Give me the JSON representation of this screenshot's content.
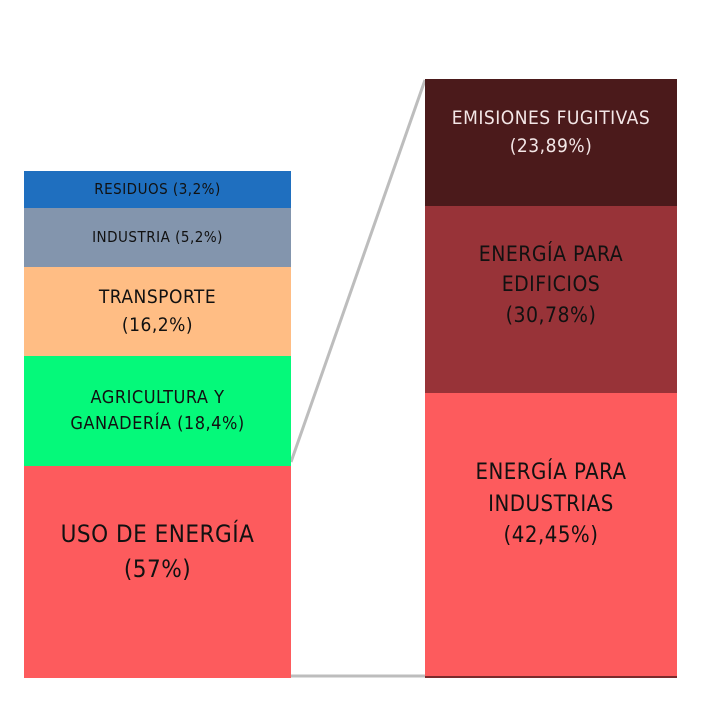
{
  "chart_data": {
    "type": "bar-of-bar (stacked)",
    "title": "",
    "main_bar": {
      "categories": [
        "Residuos",
        "Industria",
        "Transporte",
        "Agricultura y ganadería",
        "Uso de energía"
      ],
      "values": [
        3.2,
        5.2,
        16.2,
        18.4,
        57
      ],
      "unit": "%"
    },
    "breakdown_of": "Uso de energía",
    "detail_bar": {
      "categories": [
        "Emisiones fugitivas",
        "Energía para edificios",
        "Energía para industrias"
      ],
      "values": [
        23.89,
        30.78,
        42.45
      ],
      "unit": "%"
    }
  },
  "left": {
    "residuos": {
      "l1": "RESIDUOS (3,2%)",
      "color": "#1f6fbf"
    },
    "industria": {
      "l1": "INDUSTRIA (5,2%)",
      "color": "#8395ad"
    },
    "transporte": {
      "l1": "TRANSPORTE",
      "l2": "(16,2%)",
      "color": "#ffbd84"
    },
    "agricultura": {
      "l1": "AGRICULTURA Y",
      "l2": "GANADERÍA (18,4%)",
      "color": "#05f97a"
    },
    "energia": {
      "l1": "USO DE ENERGÍA",
      "l2": "(57%)",
      "color": "#fd5b5d"
    }
  },
  "right": {
    "emisiones": {
      "l1": "EMISIONES FUGITIVAS",
      "l2": "(23,89%)",
      "color": "#4b1a1b"
    },
    "edificios": {
      "l1": "ENERGÍA PARA",
      "l2": "EDIFICIOS",
      "l3": "(30,78%)",
      "color": "#983338"
    },
    "industrias": {
      "l1": "ENERGÍA PARA",
      "l2": "INDUSTRIAS",
      "l3": "(42,45%)",
      "color": "#fd5b5d"
    }
  },
  "connector_color": "#bdbdbd"
}
